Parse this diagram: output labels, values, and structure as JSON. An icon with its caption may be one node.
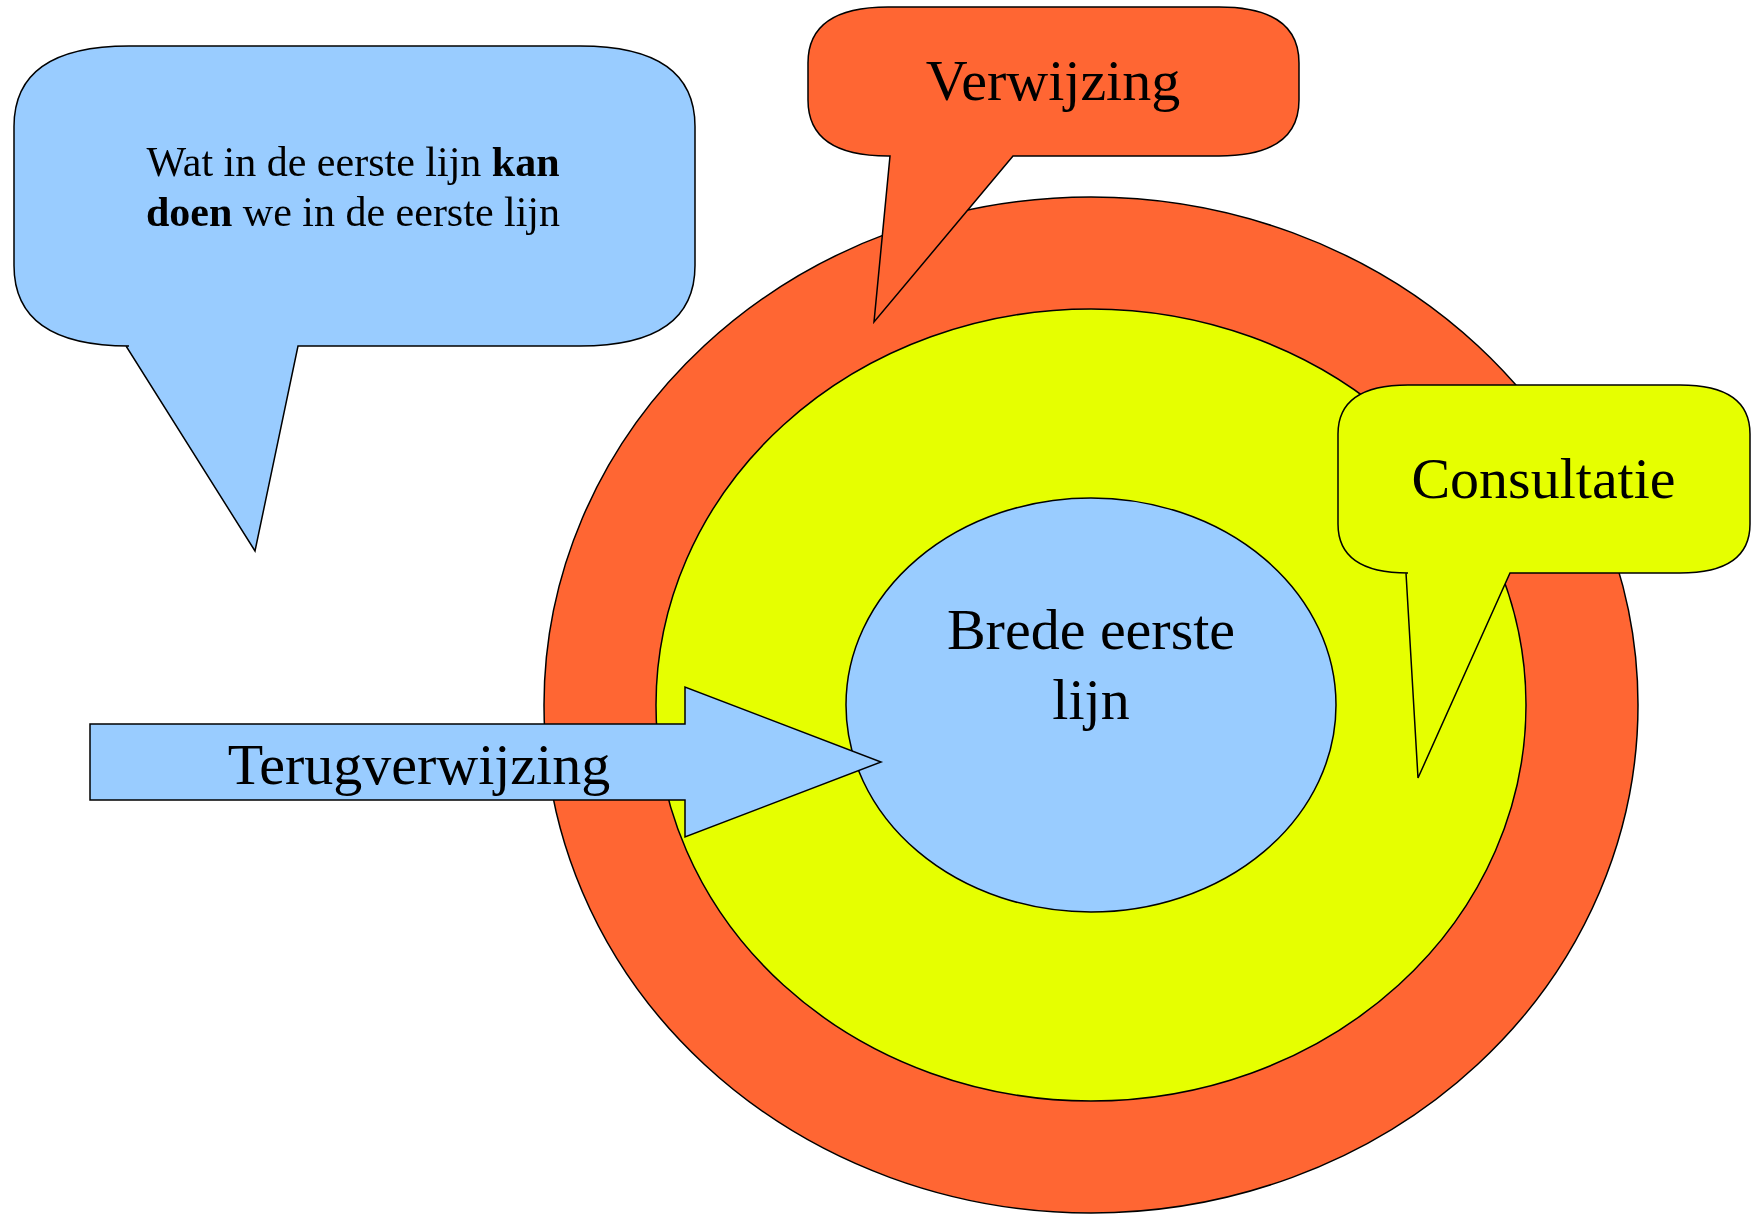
{
  "diagram": {
    "nodes": [
      {
        "text": [],
        "shape": "circle"
      },
      {
        "text": [],
        "shape": "circle",
        "in": 0
      },
      {
        "text": [
          "Brede eerste lijn"
        ],
        "in": 1
      },
      {
        "text": [
          "Wat in de eerste lijn **kan doen** we in de eerste lijn"
        ]
      },
      {
        "text": [
          "Verwijzing"
        ]
      },
      {
        "text": [
          "Consultatie"
        ]
      },
      {
        "text": [
          "Terugverwijzing"
        ]
      }
    ]
  }
}
